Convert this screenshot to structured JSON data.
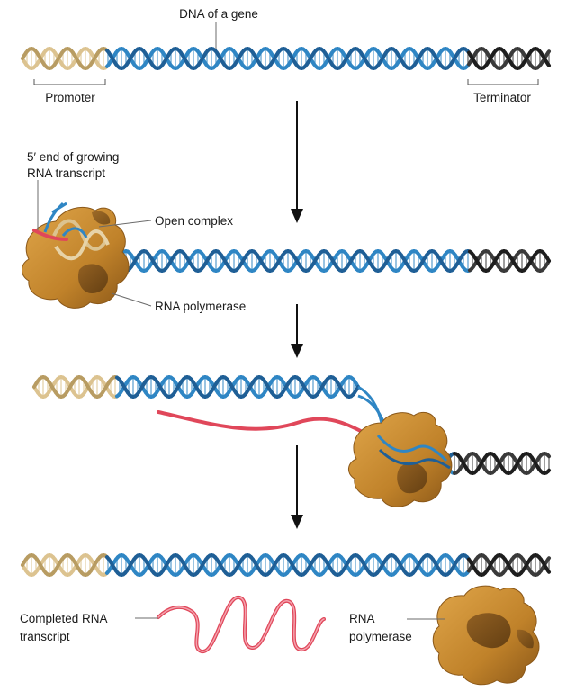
{
  "labels": {
    "dna_of_gene": "DNA of a gene",
    "promoter": "Promoter",
    "terminator": "Terminator",
    "five_prime_line1": "5′ end of growing",
    "five_prime_line2": "RNA transcript",
    "open_complex": "Open complex",
    "rna_polymerase_stage2": "RNA polymerase",
    "completed_rna_line1": "Completed RNA",
    "completed_rna_line2": "transcript",
    "rna_polymerase_stage4_line1": "RNA",
    "rna_polymerase_stage4_line2": "polymerase"
  },
  "colors": {
    "dna_blue": "#2f86c4",
    "dna_blue_dark": "#1f5f96",
    "promoter_tan": "#dcc390",
    "terminator_black": "#3a3a3a",
    "rna_red": "#e0475a",
    "polymerase": "#c98a2e",
    "polymerase_dark": "#7a4e16",
    "arrow": "#111111",
    "leader_line": "#6b6b6b"
  },
  "stages": [
    {
      "name": "initial-gene"
    },
    {
      "name": "initiation-open-complex"
    },
    {
      "name": "elongation"
    },
    {
      "name": "termination"
    }
  ]
}
